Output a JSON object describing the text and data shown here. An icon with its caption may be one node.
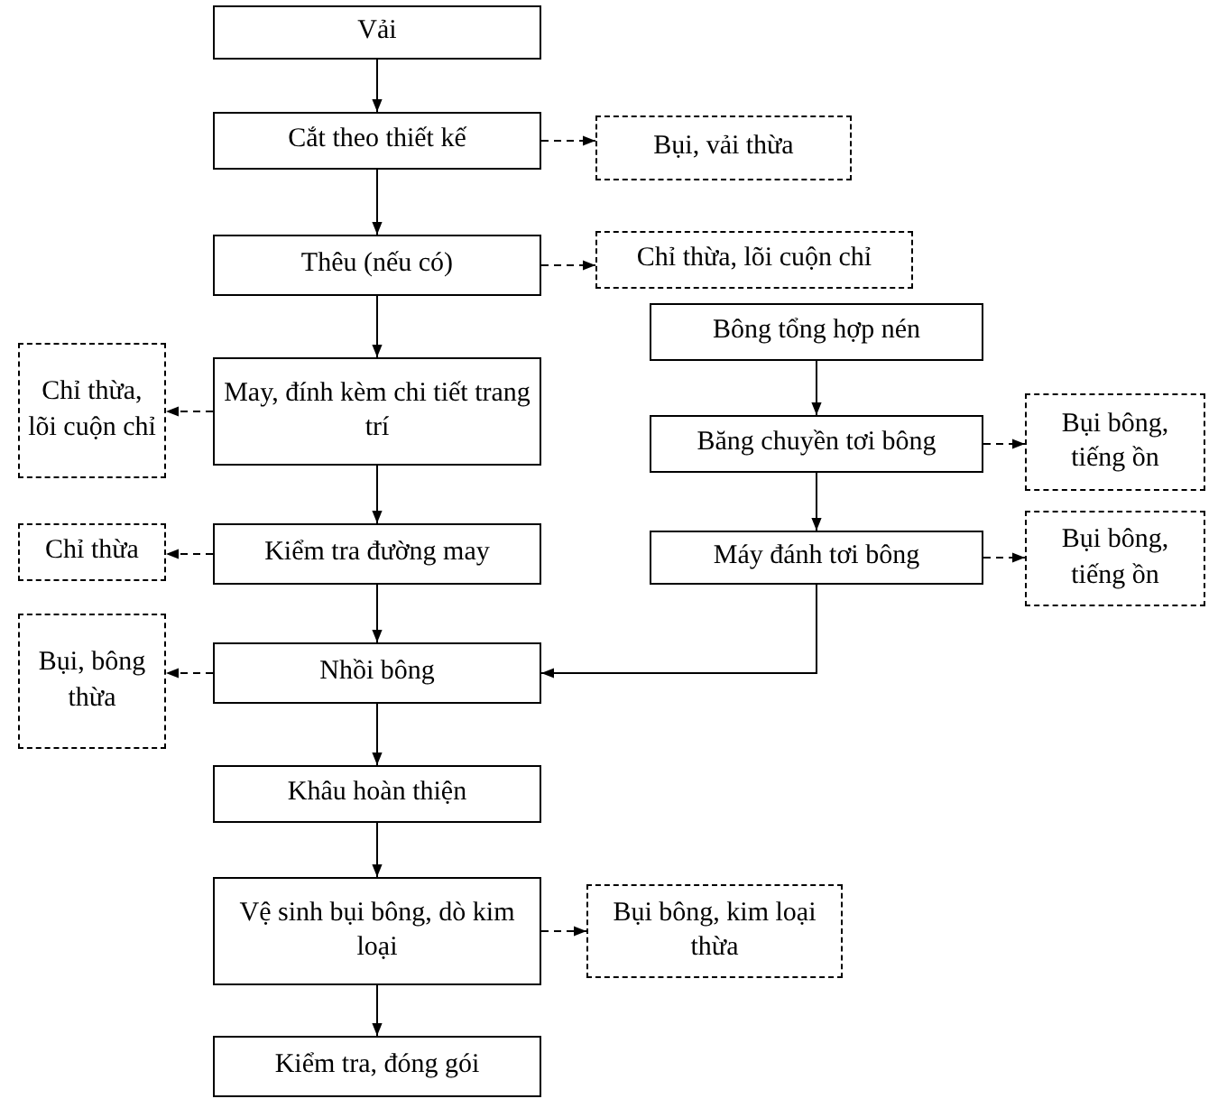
{
  "diagram": {
    "nodes": [
      {
        "text": [
          "Vải"
        ]
      },
      {
        "text": [
          "Cắt theo thiết kế"
        ]
      },
      {
        "text": [
          "Bụi, vải thừa"
        ]
      },
      {
        "text": [
          "Thêu (nếu có)"
        ]
      },
      {
        "text": [
          "Chỉ thừa, lõi cuộn chỉ"
        ]
      },
      {
        "text": [
          "Bông tổng hợp nén"
        ]
      },
      {
        "text": [
          "May, đính kèm chi tiết trang trí"
        ]
      },
      {
        "text": [
          "Chỉ thừa, lõi cuộn chỉ"
        ]
      },
      {
        "text": [
          "Băng chuyền tơi bông"
        ]
      },
      {
        "text": [
          "Bụi bông, tiếng ồn"
        ]
      },
      {
        "text": [
          "Kiểm tra đường may"
        ]
      },
      {
        "text": [
          "Chỉ thừa"
        ]
      },
      {
        "text": [
          "Máy đánh tơi bông"
        ]
      },
      {
        "text": [
          "Bụi bông, tiếng ồn"
        ]
      },
      {
        "text": [
          "Nhồi bông"
        ]
      },
      {
        "text": [
          "Bụi, bông thừa"
        ]
      },
      {
        "text": [
          "Khâu hoàn thiện"
        ]
      },
      {
        "text": [
          "Vệ sinh bụi bông, dò kim loại"
        ]
      },
      {
        "text": [
          "Bụi bông, kim loại thừa"
        ]
      },
      {
        "text": [
          "Kiểm tra, đóng gói"
        ]
      }
    ],
    "edges": [
      {
        "from": 0,
        "to": 1,
        "arrow": "to"
      },
      {
        "from": 1,
        "to": 2,
        "arrow": "to",
        "style": "dashed"
      },
      {
        "from": 1,
        "to": 3,
        "arrow": "to"
      },
      {
        "from": 3,
        "to": 4,
        "arrow": "to",
        "style": "dashed"
      },
      {
        "from": 3,
        "to": 6,
        "arrow": "to"
      },
      {
        "from": 5,
        "to": 8,
        "arrow": "to"
      },
      {
        "from": 6,
        "to": 7,
        "arrow": "to",
        "style": "dashed"
      },
      {
        "from": 8,
        "to": 9,
        "arrow": "to",
        "style": "dashed"
      },
      {
        "from": 6,
        "to": 10,
        "arrow": "to"
      },
      {
        "from": 8,
        "to": 12,
        "arrow": "to"
      },
      {
        "from": 10,
        "to": 11,
        "arrow": "to",
        "style": "dashed"
      },
      {
        "from": 12,
        "to": 13,
        "arrow": "to",
        "style": "dashed"
      },
      {
        "from": 10,
        "to": 14,
        "arrow": "to"
      },
      {
        "from": 12,
        "to": 14,
        "arrow": "to"
      },
      {
        "from": 14,
        "to": 15,
        "arrow": "to",
        "style": "dashed"
      },
      {
        "from": 14,
        "to": 16,
        "arrow": "to"
      },
      {
        "from": 16,
        "to": 17,
        "arrow": "to"
      },
      {
        "from": 17,
        "to": 18,
        "arrow": "to",
        "style": "dashed"
      },
      {
        "from": 17,
        "to": 19,
        "arrow": "to"
      }
    ]
  }
}
